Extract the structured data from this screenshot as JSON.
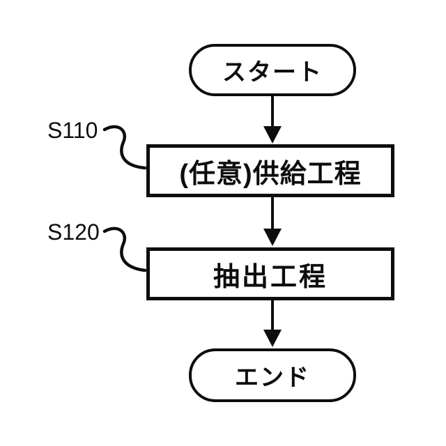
{
  "diagram": {
    "kind": "flowchart",
    "colors": {
      "stroke": "#0d0d0d",
      "background": "#ffffff",
      "text": "#0d0d0d"
    },
    "nodes": {
      "start": {
        "label": "スタート"
      },
      "step1": {
        "id_label": "S110",
        "label": "(任意)供給工程"
      },
      "step2": {
        "id_label": "S120",
        "label": "抽出工程"
      },
      "end": {
        "label": "エンド"
      }
    },
    "flow": [
      "start -> step1",
      "step1 -> step2",
      "step2 -> end"
    ]
  }
}
